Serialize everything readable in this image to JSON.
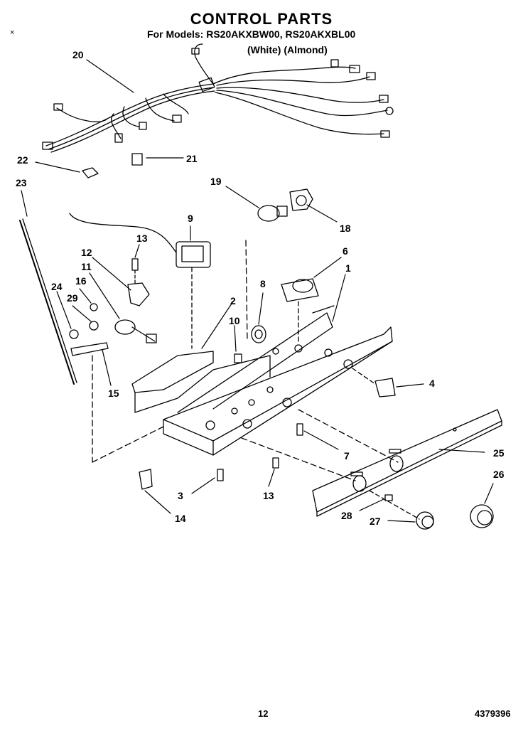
{
  "header": {
    "title": "CONTROL PARTS",
    "models": "For Models: RS20AKXBW00, RS20AKXBL00",
    "colors": "(White)   (Almond)"
  },
  "corner_mark": "×",
  "footer": {
    "page": "12",
    "doc": "4379396"
  },
  "parts": {
    "p1": "1",
    "p2": "2",
    "p3": "3",
    "p4": "4",
    "p6": "6",
    "p7": "7",
    "p8": "8",
    "p9": "9",
    "p10": "10",
    "p11": "11",
    "p12": "12",
    "p13a": "13",
    "p13b": "13",
    "p14": "14",
    "p15": "15",
    "p16": "16",
    "p18": "18",
    "p19": "19",
    "p20": "20",
    "p21": "21",
    "p22": "22",
    "p23": "23",
    "p24": "24",
    "p25": "25",
    "p26": "26",
    "p27": "27",
    "p28": "28",
    "p29": "29"
  }
}
